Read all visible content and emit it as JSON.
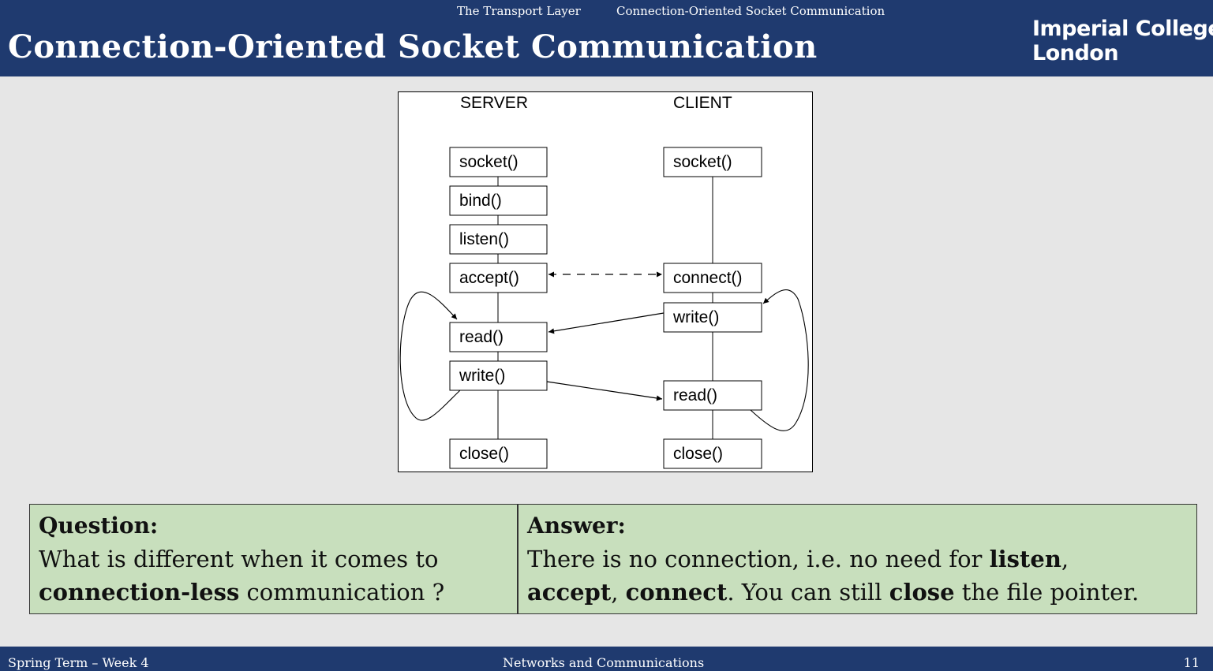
{
  "header": {
    "section": "The Transport Layer",
    "subsection": "Connection-Oriented Socket Communication",
    "title": "Connection-Oriented Socket Communication",
    "logo_line1": "Imperial College",
    "logo_line2": "London"
  },
  "diagram": {
    "server_label": "SERVER",
    "client_label": "CLIENT",
    "server_calls": [
      "socket()",
      "bind()",
      "listen()",
      "accept()",
      "read()",
      "write()",
      "close()"
    ],
    "client_calls": [
      "socket()",
      "connect()",
      "write()",
      "read()",
      "close()"
    ]
  },
  "question": {
    "title": "Question:",
    "line1": "What is different when it comes to",
    "line2_bold": "connection-less",
    "line2_rest": " communication ?"
  },
  "answer": {
    "title": "Answer:",
    "line1_pre": "There is no connection, i.e. no need for ",
    "line1_bold": "listen",
    "line1_post": ",",
    "line2_bold1": "accept",
    "line2_sep": ", ",
    "line2_bold2": "connect",
    "line2_mid": ". You can still ",
    "line2_bold3": "close",
    "line2_post": " the file pointer."
  },
  "footer": {
    "left": "Spring Term – Week 4",
    "center": "Networks and Communications",
    "page_number": "11"
  },
  "colors": {
    "header_bg": "#1f3a6f",
    "block_bg": "#c8dfbd",
    "slide_bg": "#e6e6e6"
  }
}
